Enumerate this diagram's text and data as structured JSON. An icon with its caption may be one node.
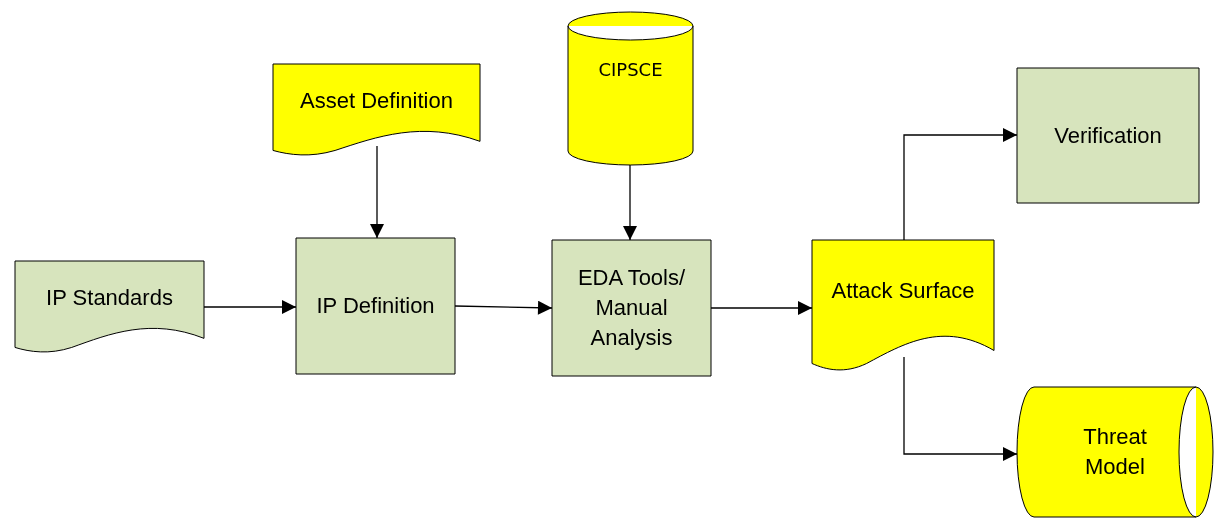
{
  "diagram": {
    "nodes": [
      {
        "text": [
          "IP Standards"
        ]
      },
      {
        "text": [
          "Asset Definition"
        ]
      },
      {
        "text": [
          "IP Definition"
        ]
      },
      {
        "text": [
          "CIPSCE"
        ]
      },
      {
        "text": [
          "EDA Tools/ Manual Analysis"
        ]
      },
      {
        "text": [
          "Attack Surface"
        ]
      },
      {
        "text": [
          "Verification"
        ]
      },
      {
        "text": [
          "Threat Model"
        ]
      }
    ],
    "edges": [
      {
        "from": 0,
        "to": 2,
        "arrow": "to"
      },
      {
        "from": 1,
        "to": 2,
        "arrow": "to"
      },
      {
        "from": 3,
        "to": 4,
        "arrow": "to"
      },
      {
        "from": 2,
        "to": 4,
        "arrow": "to"
      },
      {
        "from": 4,
        "to": 5,
        "arrow": "to"
      },
      {
        "from": 5,
        "to": 6,
        "arrow": "to"
      },
      {
        "from": 5,
        "to": 7,
        "arrow": "to"
      }
    ]
  }
}
